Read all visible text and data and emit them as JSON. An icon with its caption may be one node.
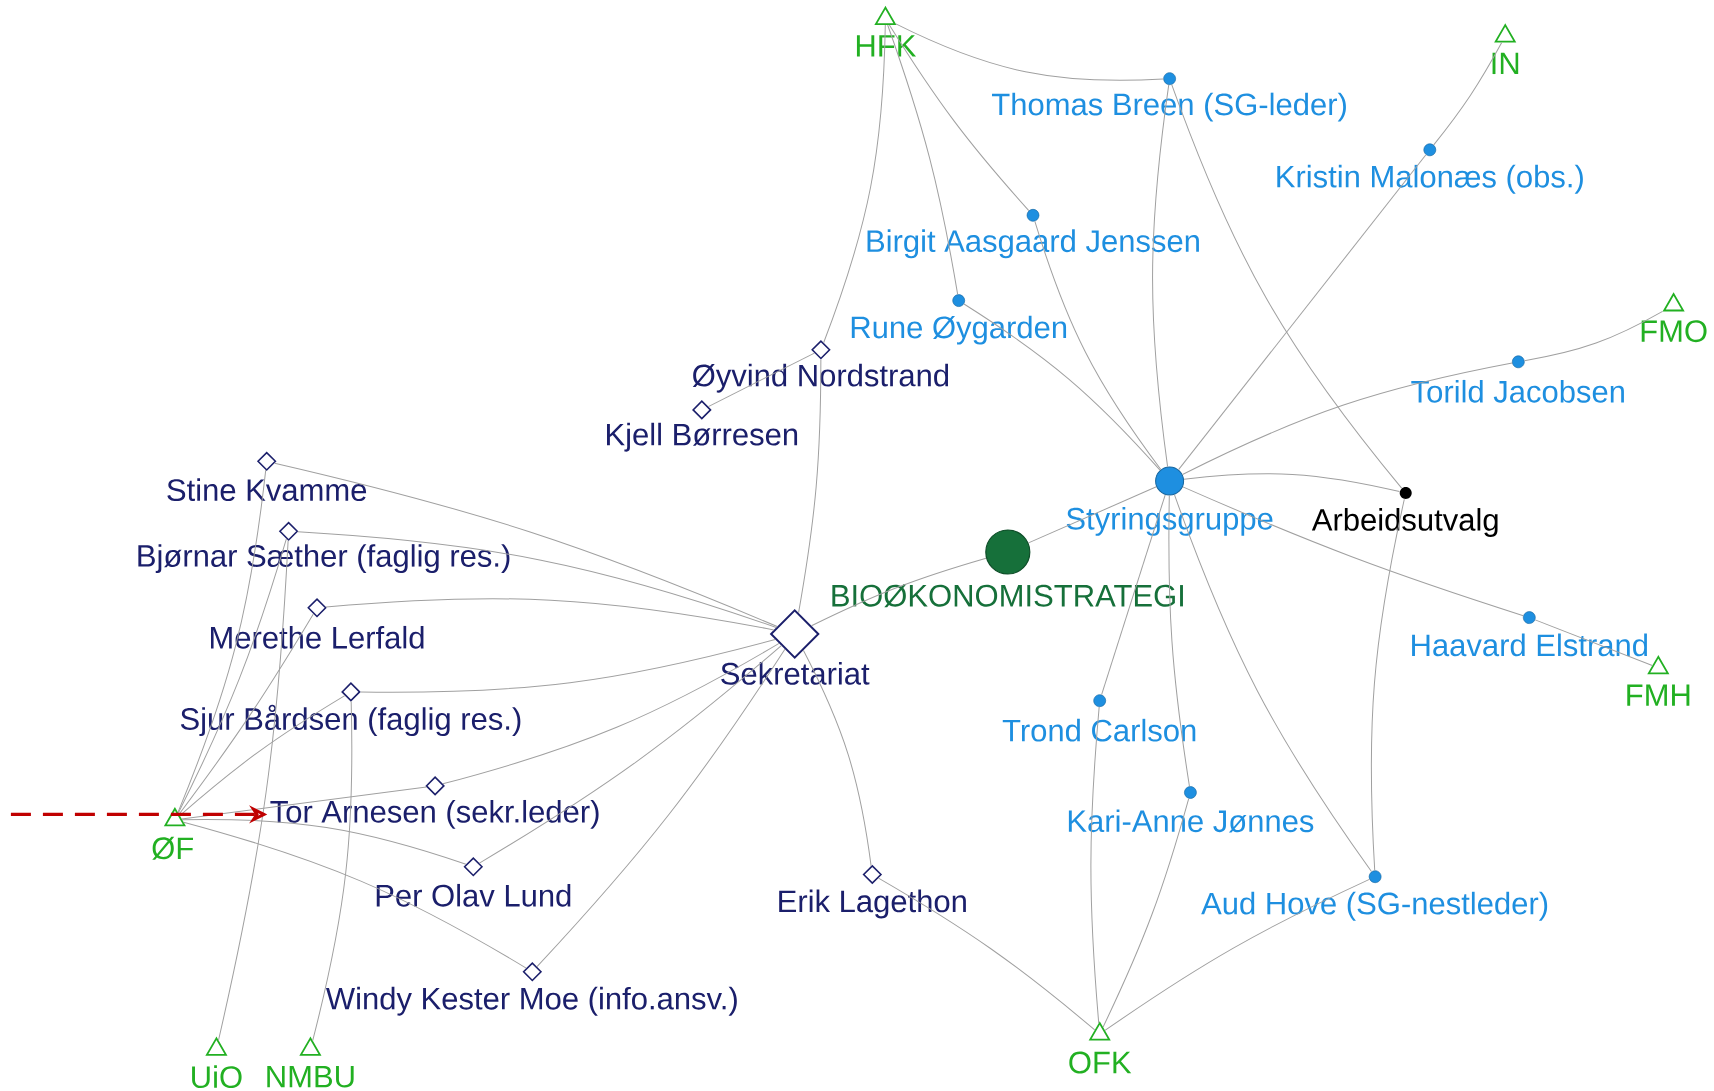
{
  "diagram": {
    "nodes": [
      {
        "text": [
          "HFK"
        ]
      },
      {
        "text": [
          "IN"
        ]
      },
      {
        "text": [
          "Thomas Breen (SG-leder)"
        ]
      },
      {
        "text": [
          "Kristin Malonæs (obs.)"
        ]
      },
      {
        "text": [
          "Birgit Aasgaard Jenssen"
        ]
      },
      {
        "text": [
          "FMO"
        ]
      },
      {
        "text": [
          "Rune Øygarden"
        ]
      },
      {
        "text": [
          "Øyvind Nordstrand"
        ]
      },
      {
        "text": [
          "Torild Jacobsen"
        ]
      },
      {
        "text": [
          "Kjell Børresen"
        ]
      },
      {
        "text": [
          "Stine Kvamme"
        ]
      },
      {
        "text": [
          "Styringsgruppe"
        ]
      },
      {
        "text": [
          "Arbeidsutvalg"
        ]
      },
      {
        "text": [
          "Bjørnar Sæther (faglig res.)"
        ]
      },
      {
        "text": [
          "BIOØKONOMISTRATEGI"
        ]
      },
      {
        "text": [
          "Merethe Lerfald"
        ]
      },
      {
        "text": [
          "Haavard Elstrand"
        ]
      },
      {
        "text": [
          "Sekretariat"
        ]
      },
      {
        "text": [
          "FMH"
        ]
      },
      {
        "text": [
          "Sjur Bårdsen (faglig res.)"
        ]
      },
      {
        "text": [
          "Trond Carlson"
        ]
      },
      {
        "text": [
          "Tor Arnesen (sekr.leder)"
        ]
      },
      {
        "text": [
          "ØF"
        ]
      },
      {
        "text": [
          "Kari-Anne Jønnes"
        ]
      },
      {
        "text": [
          "Per Olav Lund"
        ]
      },
      {
        "text": [
          "Erik Lagethon"
        ]
      },
      {
        "text": [
          "Aud Hove (SG-nestleder)"
        ]
      },
      {
        "text": [
          "Windy Kester Moe (info.ansv.)"
        ]
      },
      {
        "text": [
          "OFK"
        ]
      },
      {
        "text": [
          "UiO"
        ]
      },
      {
        "text": [
          "NMBU"
        ]
      }
    ],
    "edges": [
      {
        "from": 0,
        "to": 2,
        "arrow": "none"
      },
      {
        "from": 0,
        "to": 4,
        "arrow": "none"
      },
      {
        "from": 0,
        "to": 6,
        "arrow": "none"
      },
      {
        "from": 0,
        "to": 7,
        "arrow": "none"
      },
      {
        "from": 7,
        "to": 9,
        "arrow": "none"
      },
      {
        "from": 7,
        "to": 17,
        "arrow": "none"
      },
      {
        "from": 3,
        "to": 1,
        "arrow": "none"
      },
      {
        "from": 8,
        "to": 5,
        "arrow": "none"
      },
      {
        "from": 16,
        "to": 18,
        "arrow": "none"
      },
      {
        "from": 11,
        "to": 14,
        "arrow": "none"
      },
      {
        "from": 11,
        "to": 2,
        "arrow": "none"
      },
      {
        "from": 11,
        "to": 3,
        "arrow": "none"
      },
      {
        "from": 11,
        "to": 4,
        "arrow": "none"
      },
      {
        "from": 11,
        "to": 6,
        "arrow": "none"
      },
      {
        "from": 11,
        "to": 8,
        "arrow": "none"
      },
      {
        "from": 11,
        "to": 12,
        "arrow": "none"
      },
      {
        "from": 11,
        "to": 16,
        "arrow": "none"
      },
      {
        "from": 11,
        "to": 20,
        "arrow": "none"
      },
      {
        "from": 11,
        "to": 23,
        "arrow": "none"
      },
      {
        "from": 11,
        "to": 26,
        "arrow": "none"
      },
      {
        "from": 2,
        "to": 12,
        "arrow": "none"
      },
      {
        "from": 12,
        "to": 26,
        "arrow": "none"
      },
      {
        "from": 14,
        "to": 17,
        "arrow": "none"
      },
      {
        "from": 17,
        "to": 10,
        "arrow": "none"
      },
      {
        "from": 17,
        "to": 13,
        "arrow": "none"
      },
      {
        "from": 17,
        "to": 15,
        "arrow": "none"
      },
      {
        "from": 17,
        "to": 19,
        "arrow": "none"
      },
      {
        "from": 17,
        "to": 21,
        "arrow": "none"
      },
      {
        "from": 17,
        "to": 24,
        "arrow": "none"
      },
      {
        "from": 17,
        "to": 27,
        "arrow": "none"
      },
      {
        "from": 17,
        "to": 25,
        "arrow": "none"
      },
      {
        "from": 22,
        "to": 10,
        "arrow": "none"
      },
      {
        "from": 22,
        "to": 13,
        "arrow": "none"
      },
      {
        "from": 22,
        "to": 15,
        "arrow": "none"
      },
      {
        "from": 22,
        "to": 19,
        "arrow": "none"
      },
      {
        "from": 22,
        "to": 21,
        "arrow": "none"
      },
      {
        "from": 22,
        "to": 24,
        "arrow": "none"
      },
      {
        "from": 22,
        "to": 27,
        "arrow": "none"
      },
      {
        "from": 29,
        "to": 13,
        "arrow": "none"
      },
      {
        "from": 30,
        "to": 19,
        "arrow": "none"
      },
      {
        "from": 20,
        "to": 28,
        "arrow": "none"
      },
      {
        "from": 23,
        "to": 28,
        "arrow": "none"
      },
      {
        "from": 26,
        "to": 28,
        "arrow": "none"
      },
      {
        "from": 25,
        "to": 28,
        "arrow": "none"
      },
      {
        "from": null,
        "to": 21,
        "arrow": "to",
        "style": "dashed",
        "color": "#c00000"
      }
    ]
  }
}
